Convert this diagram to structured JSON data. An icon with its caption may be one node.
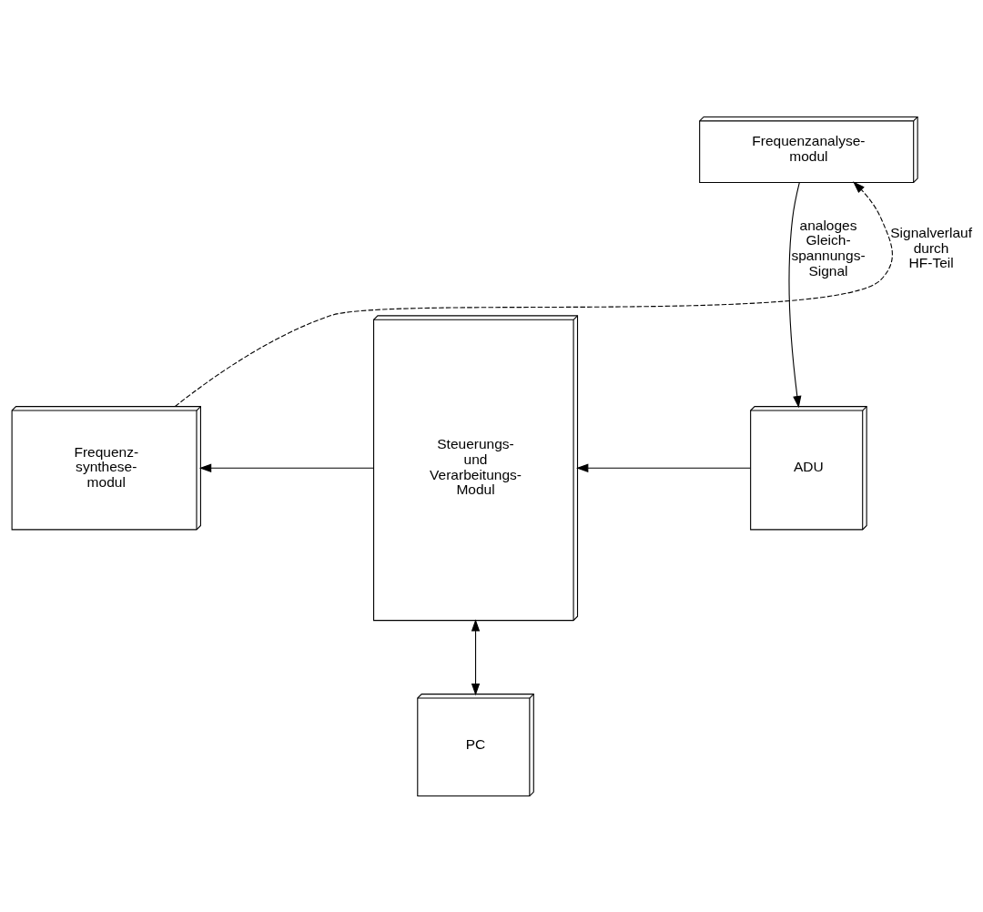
{
  "diagram": {
    "nodes": [
      {
        "text": [
          "Frequenzanalyse- modul"
        ]
      },
      {
        "text": [
          "Frequenz- synthese- modul"
        ]
      },
      {
        "text": [
          "Steuerungs- und Verarbeitungs- Modul"
        ]
      },
      {
        "text": [
          "ADU"
        ]
      },
      {
        "text": [
          "PC"
        ]
      }
    ],
    "edges": [
      {
        "from": 1,
        "to": 0,
        "arrow": "to",
        "label": "Signalverlauf durch HF-Teil",
        "style": "dashed"
      },
      {
        "from": 0,
        "to": 3,
        "arrow": "to",
        "label": "analoges Gleich- spannungs- Signal"
      },
      {
        "from": 2,
        "to": 1,
        "arrow": "to"
      },
      {
        "from": 3,
        "to": 2,
        "arrow": "to"
      },
      {
        "from": 2,
        "to": 4,
        "arrow": "both"
      }
    ]
  }
}
